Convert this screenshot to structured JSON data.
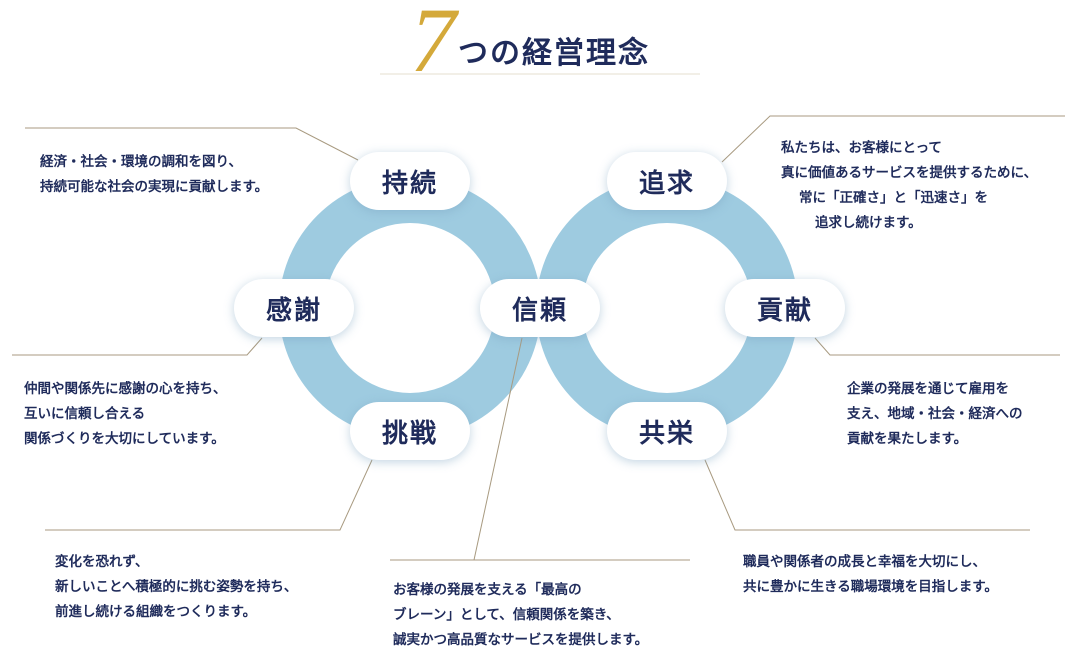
{
  "title": {
    "number": "7",
    "text": "つの経営理念"
  },
  "colors": {
    "ring": "#9ecbe0",
    "line": "#a89a80",
    "text": "#1f2b5b",
    "accent": "#d4a93a"
  },
  "principles": {
    "jizoku": {
      "label": "持続",
      "lines": [
        "経済・社会・環境の調和を図り、",
        "持続可能な社会の実現に貢献します。"
      ]
    },
    "tsuikyu": {
      "label": "追求",
      "lines": [
        "私たちは、お客様にとって",
        "真に価値あるサービスを提供するために、",
        "常に「正確さ」と「迅速さ」を",
        "追求し続けます。"
      ]
    },
    "kansha": {
      "label": "感謝",
      "lines": [
        "仲間や関係先に感謝の心を持ち、",
        "互いに信頼し合える",
        "関係づくりを大切にしています。"
      ]
    },
    "shinrai": {
      "label": "信頼",
      "lines": [
        "お客様の発展を支える「最高の",
        "ブレーン」として、信頼関係を築き、",
        "誠実かつ高品質なサービスを提供します。"
      ]
    },
    "koken": {
      "label": "貢献",
      "lines": [
        "企業の発展を通じて雇用を",
        "支え、地域・社会・経済への",
        "貢献を果たします。"
      ]
    },
    "chosen": {
      "label": "挑戦",
      "lines": [
        "変化を恐れず、",
        "新しいことへ積極的に挑む姿勢を持ち、",
        "前進し続ける組織をつくります。"
      ]
    },
    "kyoei": {
      "label": "共栄",
      "lines": [
        "職員や関係者の成長と幸福を大切にし、",
        "共に豊かに生きる職場環境を目指します。"
      ]
    }
  }
}
